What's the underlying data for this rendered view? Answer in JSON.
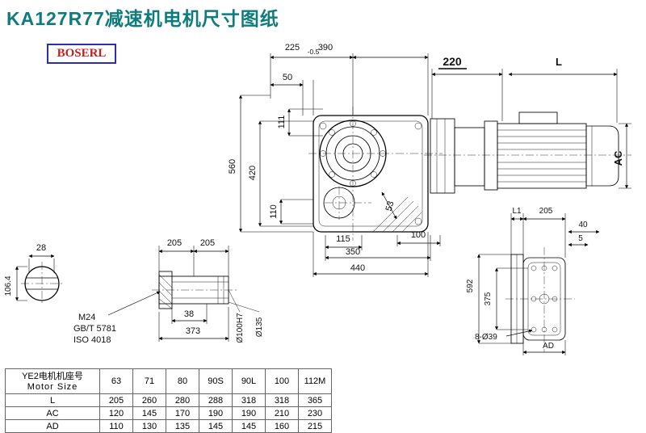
{
  "title": "KA127R77减速机电机尺寸图纸",
  "logo": "BOSERL",
  "colors": {
    "title_text": "#0e7c7c",
    "logo_border": "#2d2db0",
    "logo_text": "#c42020",
    "line": "#000000"
  },
  "dims": {
    "front_top": {
      "d225": "225",
      "tol": "-0.5",
      "d390": "390",
      "d50": "50"
    },
    "front_left": {
      "d560": "560",
      "d420": "420",
      "d111": "111",
      "d110": "110"
    },
    "front_bottom": {
      "d115": "115",
      "d100": "100",
      "d350": "350",
      "d440": "440",
      "d53": "53"
    },
    "motor": {
      "d220": "220",
      "L": "L",
      "AC": "AC"
    },
    "shaft_section": {
      "d28": "28",
      "d106": "106.4"
    },
    "hollow_shaft": {
      "d205a": "205",
      "d205b": "205",
      "m24": "M24",
      "gbt": "GB/T 5781",
      "iso": "ISO 4018",
      "d38": "38",
      "d373": "373",
      "bore": "Ø100H7",
      "flange": "Ø135"
    },
    "rear": {
      "L1": "L1",
      "d205": "205",
      "d40": "40",
      "d5": "5",
      "d592": "592",
      "d375": "375",
      "holes": "8-Ø39",
      "AD": "AD"
    }
  },
  "table": {
    "header_cn": "YE2电机机座号",
    "header_en": "Motor Size",
    "sizes": [
      "63",
      "71",
      "80",
      "90S",
      "90L",
      "100",
      "112M"
    ],
    "rows": [
      {
        "label": "L",
        "values": [
          "205",
          "260",
          "280",
          "288",
          "318",
          "318",
          "365"
        ]
      },
      {
        "label": "AC",
        "values": [
          "120",
          "145",
          "170",
          "190",
          "190",
          "210",
          "230"
        ]
      },
      {
        "label": "AD",
        "values": [
          "110",
          "130",
          "135",
          "145",
          "145",
          "160",
          "215"
        ]
      }
    ]
  }
}
